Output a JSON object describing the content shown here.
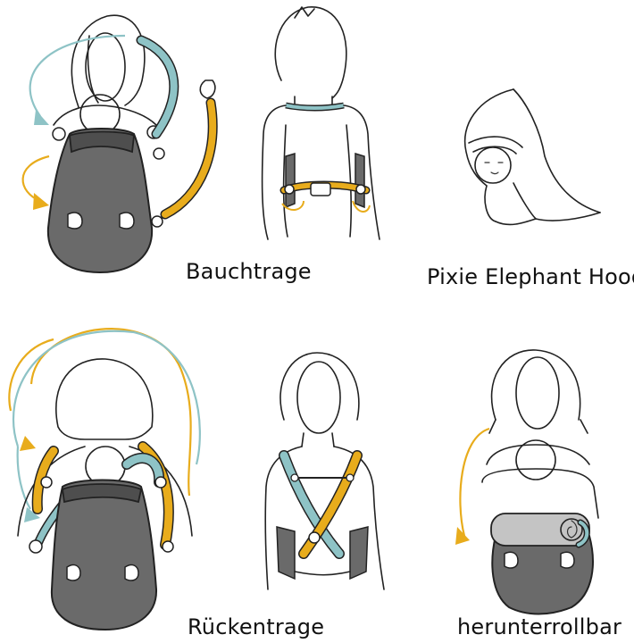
{
  "captions": {
    "front_carry": "Bauchtrage",
    "hood": "Pixie Elephant Hood",
    "back_carry": "Rückentrage",
    "roll_down": "herunterrollbar"
  },
  "colors": {
    "carrier_body": "#6a6a6a",
    "carrier_dark": "#4e4e4e",
    "teal_strap": "#8ec3c6",
    "yellow_strap": "#e8ac1c",
    "outline": "#222222",
    "rolled_hood": "#c4c4c4"
  }
}
